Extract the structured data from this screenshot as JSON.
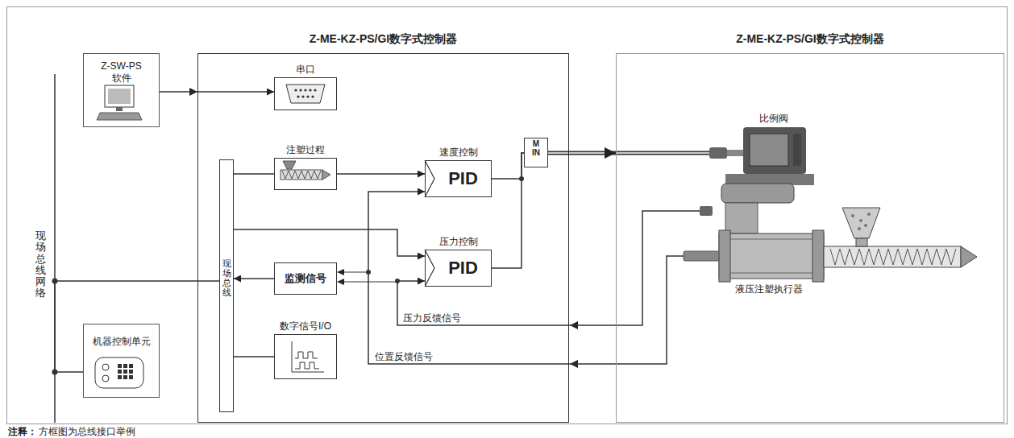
{
  "diagram": {
    "nodes": [
      {
        "text": [
          "Z-SW-PS 软件"
        ]
      },
      {
        "text": [
          "Z-ME-KZ-PS/GI数字式控制器"
        ]
      },
      {
        "text": [
          "Z-ME-KZ-PS/GI数字式控制器"
        ]
      },
      {
        "text": [
          "串口"
        ],
        "in": 1
      },
      {
        "text": [
          "现场总线"
        ],
        "in": 1
      },
      {
        "text": [
          "注塑过程"
        ],
        "in": 1
      },
      {
        "text": [
          "速度控制",
          "PID"
        ],
        "in": 1
      },
      {
        "text": [
          "监测信号"
        ],
        "in": 1
      },
      {
        "text": [
          "压力控制",
          "PID"
        ],
        "in": 1
      },
      {
        "text": [
          "数字信号I/O"
        ],
        "in": 1
      },
      {
        "text": [
          "MIN"
        ],
        "in": 1
      },
      {
        "text": [
          "机器控制单元"
        ]
      }
    ],
    "edges": [
      {
        "from": 0,
        "to": 3,
        "arrow": "to"
      },
      {
        "from": 4,
        "to": 5,
        "arrow": "none"
      },
      {
        "from": 5,
        "to": 6,
        "arrow": "to"
      },
      {
        "from": 4,
        "to": 8,
        "arrow": "to"
      },
      {
        "from": 7,
        "to": 4,
        "arrow": "to"
      },
      {
        "from": 4,
        "to": 9,
        "arrow": "none"
      },
      {
        "from": 6,
        "to": 10,
        "arrow": "none"
      },
      {
        "from": 8,
        "to": 10,
        "arrow": "none"
      },
      {
        "from": 10,
        "to": 2,
        "arrow": "to"
      },
      {
        "from": 2,
        "to": 8,
        "label": "压力反馈信号",
        "arrow": "to"
      },
      {
        "from": 2,
        "to": 6,
        "label": "位置反馈信号",
        "arrow": "to"
      },
      {
        "from": 11,
        "to": 4,
        "arrow": "none"
      }
    ],
    "labels": [
      "现场总线网络",
      "比例阀",
      "液压注塑执行器",
      "注释：",
      "方框图为总线接口举例"
    ]
  }
}
